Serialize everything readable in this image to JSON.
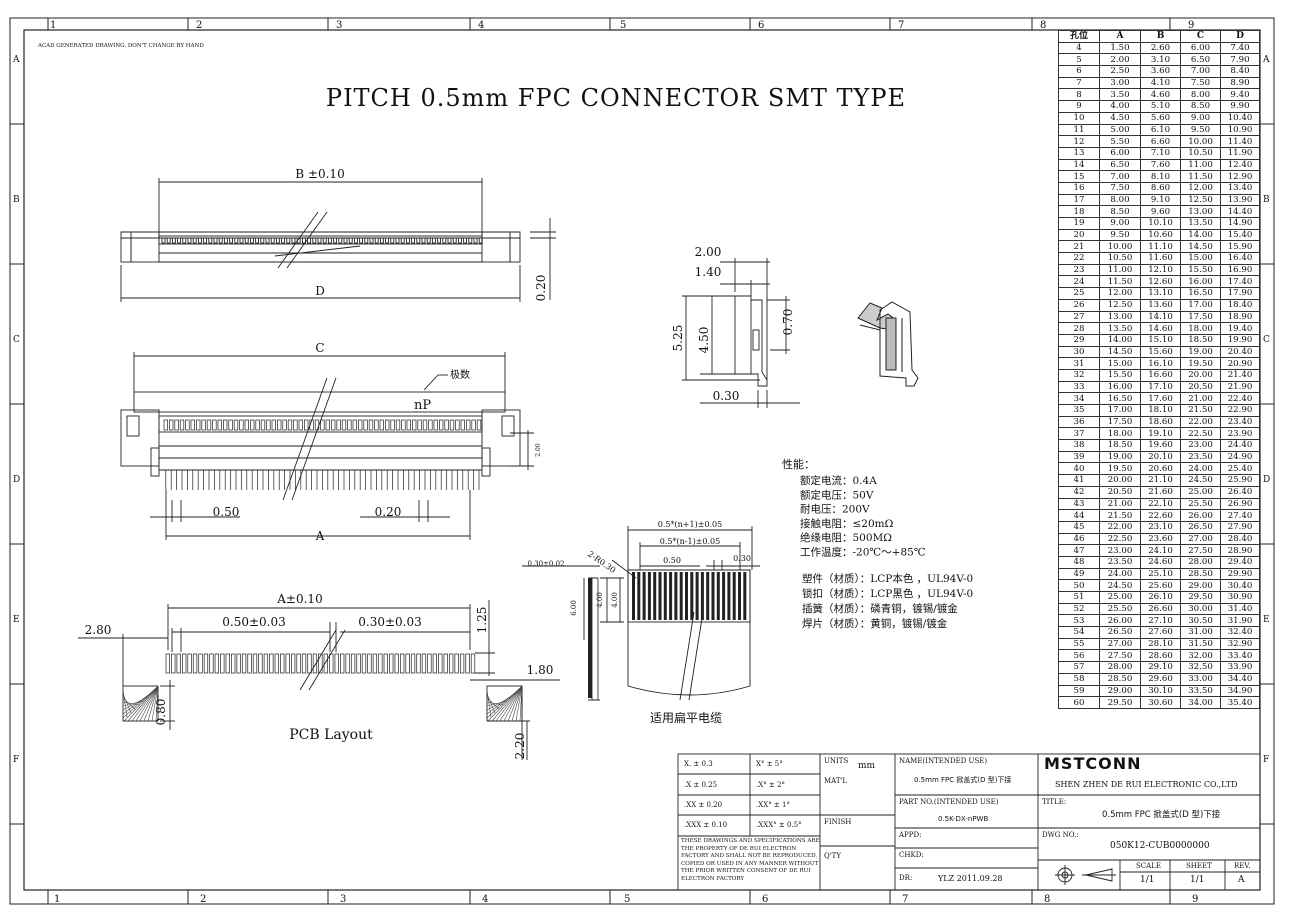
{
  "drawing": {
    "note": "ACAD GENERATED DRAWING. DON'T CHANGE BY HAND",
    "title": "PITCH 0.5mm FPC CONNECTOR SMT TYPE",
    "top_view": {
      "b_dim": "B ±0.10",
      "d_dim": "D",
      "h_dim": "0.20"
    },
    "front_view": {
      "c_dim": "C",
      "pole_label": "极数",
      "np_label": "nP",
      "a_dim": "A",
      "pitch": "0.50",
      "pin_w": "0.20",
      "side_h": "2.00"
    },
    "pcb": {
      "a_dim": "A±0.10",
      "pitch": "0.50±0.03",
      "pad_w": "0.30±0.03",
      "left": "2.80",
      "pad_len": "1.25",
      "right": "1.80",
      "sq_h": "0.80",
      "bottom": "2.20",
      "caption": "PCB Layout"
    },
    "side_view": {
      "w1": "2.00",
      "w2": "1.40",
      "h1": "5.25",
      "h2": "4.50",
      "h3": "0.70",
      "foot": "0.30"
    },
    "fpc": {
      "total": "0.5*(n+1)±0.05",
      "inner": "0.5*(n-1)±0.05",
      "pitch": "0.50",
      "end": "0.30",
      "chamfer": "2-R0.30",
      "thick": "0.30±0.02",
      "h6": "6.00",
      "h4a": "4.00",
      "h4b": "4.00",
      "caption": "适用扁平电缆"
    },
    "specs": {
      "heading": "性能：",
      "lines": [
        "额定电流：0.4A",
        "额定电压：50V",
        "耐电压：200V",
        "接触电阻：≤20mΩ",
        "绝缘电阻：500MΩ",
        "工作温度：-20℃～+85℃"
      ],
      "materials": [
        "塑件（材质）：LCP本色 ，UL94V-0",
        "锁扣（材质）：LCP黑色 ，UL94V-0",
        "插簧（材质）：磷青铜，镀锡/镀金",
        "焊片（材质）：黄铜，镀锡/镀金"
      ]
    }
  },
  "border": {
    "cols": [
      "1",
      "2",
      "3",
      "4",
      "5",
      "6",
      "7",
      "8",
      "9"
    ],
    "rows": [
      "A",
      "B",
      "C",
      "D",
      "E",
      "F"
    ]
  },
  "pin_table": {
    "headers": [
      "孔位",
      "A",
      "B",
      "C",
      "D"
    ],
    "rows": [
      [
        "4",
        "1.50",
        "2.60",
        "6.00",
        "7.40"
      ],
      [
        "5",
        "2.00",
        "3.10",
        "6.50",
        "7.90"
      ],
      [
        "6",
        "2.50",
        "3.60",
        "7.00",
        "8.40"
      ],
      [
        "7",
        "3.00",
        "4.10",
        "7.50",
        "8.90"
      ],
      [
        "8",
        "3.50",
        "4.60",
        "8.00",
        "9.40"
      ],
      [
        "9",
        "4.00",
        "5.10",
        "8.50",
        "9.90"
      ],
      [
        "10",
        "4.50",
        "5.60",
        "9.00",
        "10.40"
      ],
      [
        "11",
        "5.00",
        "6.10",
        "9.50",
        "10.90"
      ],
      [
        "12",
        "5.50",
        "6.60",
        "10.00",
        "11.40"
      ],
      [
        "13",
        "6.00",
        "7.10",
        "10.50",
        "11.90"
      ],
      [
        "14",
        "6.50",
        "7.60",
        "11.00",
        "12.40"
      ],
      [
        "15",
        "7.00",
        "8.10",
        "11.50",
        "12.90"
      ],
      [
        "16",
        "7.50",
        "8.60",
        "12.00",
        "13.40"
      ],
      [
        "17",
        "8.00",
        "9.10",
        "12.50",
        "13.90"
      ],
      [
        "18",
        "8.50",
        "9.60",
        "13.00",
        "14.40"
      ],
      [
        "19",
        "9.00",
        "10.10",
        "13.50",
        "14.90"
      ],
      [
        "20",
        "9.50",
        "10.60",
        "14.00",
        "15.40"
      ],
      [
        "21",
        "10.00",
        "11.10",
        "14.50",
        "15.90"
      ],
      [
        "22",
        "10.50",
        "11.60",
        "15.00",
        "16.40"
      ],
      [
        "23",
        "11.00",
        "12.10",
        "15.50",
        "16.90"
      ],
      [
        "24",
        "11.50",
        "12.60",
        "16.00",
        "17.40"
      ],
      [
        "25",
        "12.00",
        "13.10",
        "16.50",
        "17.90"
      ],
      [
        "26",
        "12.50",
        "13.60",
        "17.00",
        "18.40"
      ],
      [
        "27",
        "13.00",
        "14.10",
        "17.50",
        "18.90"
      ],
      [
        "28",
        "13.50",
        "14.60",
        "18.00",
        "19.40"
      ],
      [
        "29",
        "14.00",
        "15.10",
        "18.50",
        "19.90"
      ],
      [
        "30",
        "14.50",
        "15.60",
        "19.00",
        "20.40"
      ],
      [
        "31",
        "15.00",
        "16.10",
        "19.50",
        "20.90"
      ],
      [
        "32",
        "15.50",
        "16.60",
        "20.00",
        "21.40"
      ],
      [
        "33",
        "16.00",
        "17.10",
        "20.50",
        "21.90"
      ],
      [
        "34",
        "16.50",
        "17.60",
        "21.00",
        "22.40"
      ],
      [
        "35",
        "17.00",
        "18.10",
        "21.50",
        "22.90"
      ],
      [
        "36",
        "17.50",
        "18.60",
        "22.00",
        "23.40"
      ],
      [
        "37",
        "18.00",
        "19.10",
        "22.50",
        "23.90"
      ],
      [
        "38",
        "18.50",
        "19.60",
        "23.00",
        "24.40"
      ],
      [
        "39",
        "19.00",
        "20.10",
        "23.50",
        "24.90"
      ],
      [
        "40",
        "19.50",
        "20.60",
        "24.00",
        "25.40"
      ],
      [
        "41",
        "20.00",
        "21.10",
        "24.50",
        "25.90"
      ],
      [
        "42",
        "20.50",
        "21.60",
        "25.00",
        "26.40"
      ],
      [
        "43",
        "21.00",
        "22.10",
        "25.50",
        "26.90"
      ],
      [
        "44",
        "21.50",
        "22.60",
        "26.00",
        "27.40"
      ],
      [
        "45",
        "22.00",
        "23.10",
        "26.50",
        "27.90"
      ],
      [
        "46",
        "22.50",
        "23.60",
        "27.00",
        "28.40"
      ],
      [
        "47",
        "23.00",
        "24.10",
        "27.50",
        "28.90"
      ],
      [
        "48",
        "23.50",
        "24.60",
        "28.00",
        "29.40"
      ],
      [
        "49",
        "24.00",
        "25.10",
        "28.50",
        "29.90"
      ],
      [
        "50",
        "24.50",
        "25.60",
        "29.00",
        "30.40"
      ],
      [
        "51",
        "25.00",
        "26.10",
        "29.50",
        "30.90"
      ],
      [
        "52",
        "25.50",
        "26.60",
        "30.00",
        "31.40"
      ],
      [
        "53",
        "26.00",
        "27.10",
        "30.50",
        "31.90"
      ],
      [
        "54",
        "26.50",
        "27.60",
        "31.00",
        "32.40"
      ],
      [
        "55",
        "27.00",
        "28.10",
        "31.50",
        "32.90"
      ],
      [
        "56",
        "27.50",
        "28.60",
        "32.00",
        "33.40"
      ],
      [
        "57",
        "28.00",
        "29.10",
        "32.50",
        "33.90"
      ],
      [
        "58",
        "28.50",
        "29.60",
        "33.00",
        "34.40"
      ],
      [
        "59",
        "29.00",
        "30.10",
        "33.50",
        "34.90"
      ],
      [
        "60",
        "29.50",
        "30.60",
        "34.00",
        "35.40"
      ]
    ]
  },
  "title_block": {
    "tol": [
      [
        "X. ± 0.3",
        "X° ± 5°"
      ],
      [
        ".X ± 0.25",
        ".X° ± 2°"
      ],
      [
        ".XX ± 0.20",
        ".XX° ± 1°"
      ],
      [
        ".XXX ± 0.10",
        ".XXX° ± 0.5°"
      ]
    ],
    "disclaimer": [
      "THESE DRAWINGS AND SPECIFICATIONS ARE",
      "THE PROPERTY OF DE RUI ELECTRON",
      "FACTORY AND SHALL NOT BE REPRODUCED,",
      "COPIED OR USED IN ANY MANNER WITHOUT",
      "THE PRIOR WRITTEN CONSENT OF DE RUI",
      "ELECTRON FACTORY"
    ],
    "units_label": "UNITS",
    "units_value": "mm",
    "matl_label": "MAT'L",
    "finish_label": "FINISH",
    "qty_label": "Q'TY",
    "name_label": "NAME(INTENDED USE)",
    "name_value": "0.5mm FPC 掀盖式(D 型)下接",
    "partno_label": "PART NO.(INTENDED USE)",
    "partno_value": "0.5K-DX-nPWB",
    "appd_label": "APPD:",
    "chkd_label": "CHKD:",
    "dr_label": "DR:",
    "dr_value": "YLZ 2011.09.28",
    "logo": "MSTCONN",
    "company": "SHEN ZHEN DE RUI ELECTRONIC CO.,LTD",
    "title_label": "TITLE:",
    "title_value": "0.5mm FPC 掀盖式(D 型)下接",
    "dwg_label": "DWG NO.:",
    "dwg_value": "050K12-CUB0000000",
    "scale_label": "SCALE",
    "scale_value": "1/1",
    "sheet_label": "SHEET",
    "sheet_value": "1/1",
    "rev_label": "REV.",
    "rev_value": "A"
  }
}
